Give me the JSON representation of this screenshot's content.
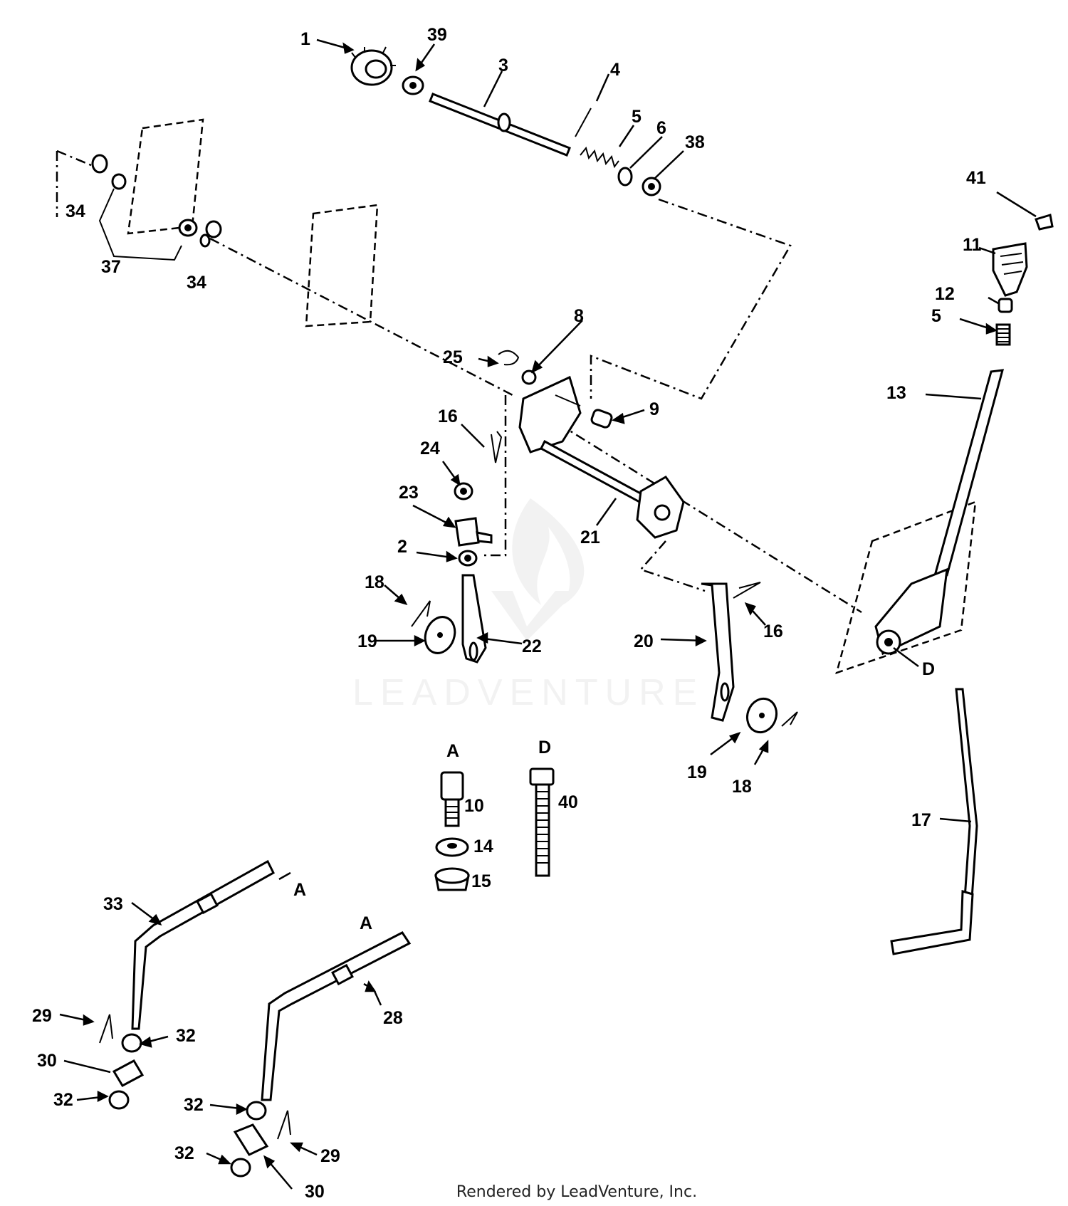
{
  "watermark": "LEADVENTURE",
  "footer": "Rendered by LeadVenture, Inc.",
  "callouts": [
    {
      "id": "1",
      "text": "1"
    },
    {
      "id": "39",
      "text": "39"
    },
    {
      "id": "3",
      "text": "3"
    },
    {
      "id": "4",
      "text": "4"
    },
    {
      "id": "5",
      "text": "5"
    },
    {
      "id": "6",
      "text": "6"
    },
    {
      "id": "38",
      "text": "38"
    },
    {
      "id": "34",
      "text": "34"
    },
    {
      "id": "37",
      "text": "37"
    },
    {
      "id": "41",
      "text": "41"
    },
    {
      "id": "11",
      "text": "11"
    },
    {
      "id": "12",
      "text": "12"
    },
    {
      "id": "13",
      "text": "13"
    },
    {
      "id": "8",
      "text": "8"
    },
    {
      "id": "25",
      "text": "25"
    },
    {
      "id": "9",
      "text": "9"
    },
    {
      "id": "16",
      "text": "16"
    },
    {
      "id": "24",
      "text": "24"
    },
    {
      "id": "23",
      "text": "23"
    },
    {
      "id": "2",
      "text": "2"
    },
    {
      "id": "21",
      "text": "21"
    },
    {
      "id": "18",
      "text": "18"
    },
    {
      "id": "19",
      "text": "19"
    },
    {
      "id": "22",
      "text": "22"
    },
    {
      "id": "20",
      "text": "20"
    },
    {
      "id": "D",
      "text": "D"
    },
    {
      "id": "A",
      "text": "A"
    },
    {
      "id": "10",
      "text": "10"
    },
    {
      "id": "40",
      "text": "40"
    },
    {
      "id": "14",
      "text": "14"
    },
    {
      "id": "15",
      "text": "15"
    },
    {
      "id": "17",
      "text": "17"
    },
    {
      "id": "33",
      "text": "33"
    },
    {
      "id": "28",
      "text": "28"
    },
    {
      "id": "29",
      "text": "29"
    },
    {
      "id": "32",
      "text": "32"
    },
    {
      "id": "30",
      "text": "30"
    }
  ]
}
